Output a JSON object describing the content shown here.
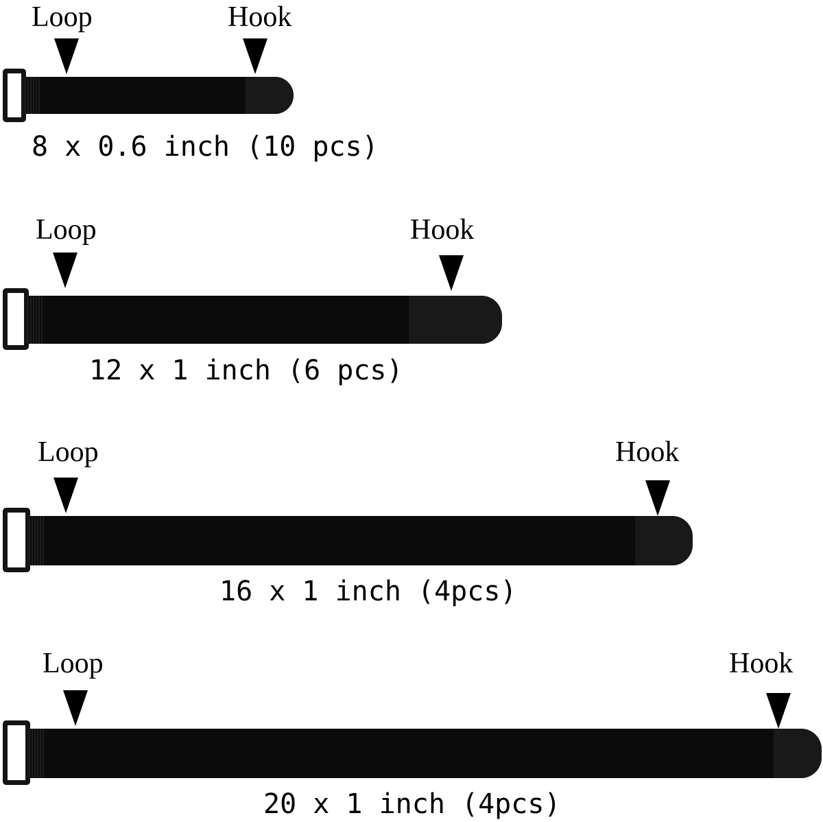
{
  "straps": [
    {
      "loop_label": "Loop",
      "hook_label": "Hook",
      "size_label": "8 x 0.6 inch (10 pcs)"
    },
    {
      "loop_label": "Loop",
      "hook_label": "Hook",
      "size_label": "12 x 1 inch (6 pcs)"
    },
    {
      "loop_label": "Loop",
      "hook_label": "Hook",
      "size_label": "16 x 1 inch (4pcs)"
    },
    {
      "loop_label": "Loop",
      "hook_label": "Hook",
      "size_label": "20 x 1 inch (4pcs)"
    }
  ],
  "colors": {
    "strap": "#0b0b0b",
    "hook_segment": "#191919",
    "background": "#ffffff"
  }
}
